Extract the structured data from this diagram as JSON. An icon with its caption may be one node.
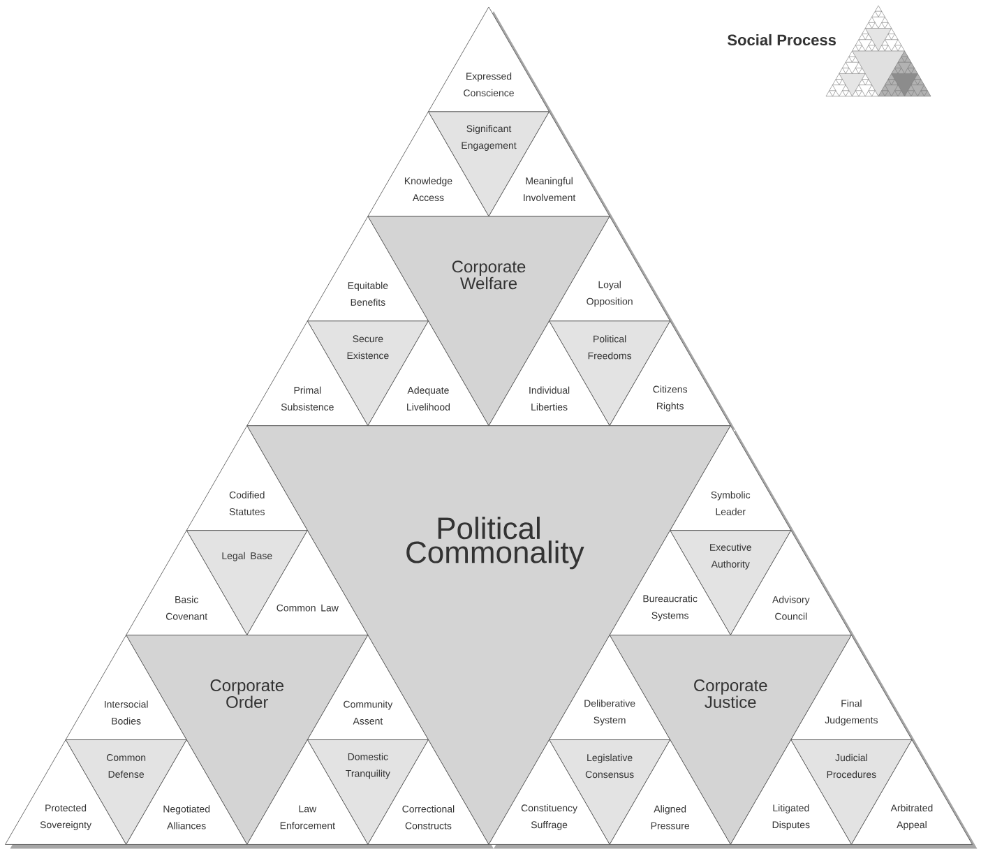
{
  "diagram": {
    "nodes": [
      {
        "text": [
          "Expressed Conscience"
        ]
      },
      {
        "text": [
          "Significant Engagement"
        ]
      },
      {
        "text": [
          "Knowledge Access"
        ]
      },
      {
        "text": [
          "Meaningful Involvement"
        ]
      },
      {
        "text": [
          "Corporate Welfare"
        ]
      },
      {
        "text": [
          "Equitable Benefits"
        ]
      },
      {
        "text": [
          "Loyal Opposition"
        ]
      },
      {
        "text": [
          "Secure Existence"
        ]
      },
      {
        "text": [
          "Political Freedoms"
        ]
      },
      {
        "text": [
          "Primal Subsistence"
        ]
      },
      {
        "text": [
          "Adequate Livelihood"
        ]
      },
      {
        "text": [
          "Individual Liberties"
        ]
      },
      {
        "text": [
          "Citizens Rights"
        ]
      },
      {
        "text": [
          "Political Commonality"
        ]
      },
      {
        "text": [
          "Symbolic Leader"
        ]
      },
      {
        "text": [
          "Executive Authority"
        ]
      },
      {
        "text": [
          "Codified Statutes"
        ]
      },
      {
        "text": [
          "Legal Base"
        ]
      },
      {
        "text": [
          "Bureaucratic Systems"
        ]
      },
      {
        "text": [
          "Advisory Council"
        ]
      },
      {
        "text": [
          "Basic Covenant"
        ]
      },
      {
        "text": [
          "Common Law"
        ]
      },
      {
        "text": [
          "Corporate Order"
        ]
      },
      {
        "text": [
          "Corporate Justice"
        ]
      },
      {
        "text": [
          "Intersocial Bodies"
        ]
      },
      {
        "text": [
          "Community Assent"
        ]
      },
      {
        "text": [
          "Deliberative System"
        ]
      },
      {
        "text": [
          "Final Judgements"
        ]
      },
      {
        "text": [
          "Common Defense"
        ]
      },
      {
        "text": [
          "Domestic Tranquility"
        ]
      },
      {
        "text": [
          "Legislative Consensus"
        ]
      },
      {
        "text": [
          "Judicial Procedures"
        ]
      },
      {
        "text": [
          "Protected Sovereignty"
        ]
      },
      {
        "text": [
          "Negotiated Alliances"
        ]
      },
      {
        "text": [
          "Law Enforcement"
        ]
      },
      {
        "text": [
          "Correctional Constructs"
        ]
      },
      {
        "text": [
          "Constituency Suffrage"
        ]
      },
      {
        "text": [
          "Aligned Pressure"
        ]
      },
      {
        "text": [
          "Litigated Disputes"
        ]
      },
      {
        "text": [
          "Arbitrated Appeal"
        ]
      }
    ],
    "labels": [
      "Social Process"
    ]
  }
}
